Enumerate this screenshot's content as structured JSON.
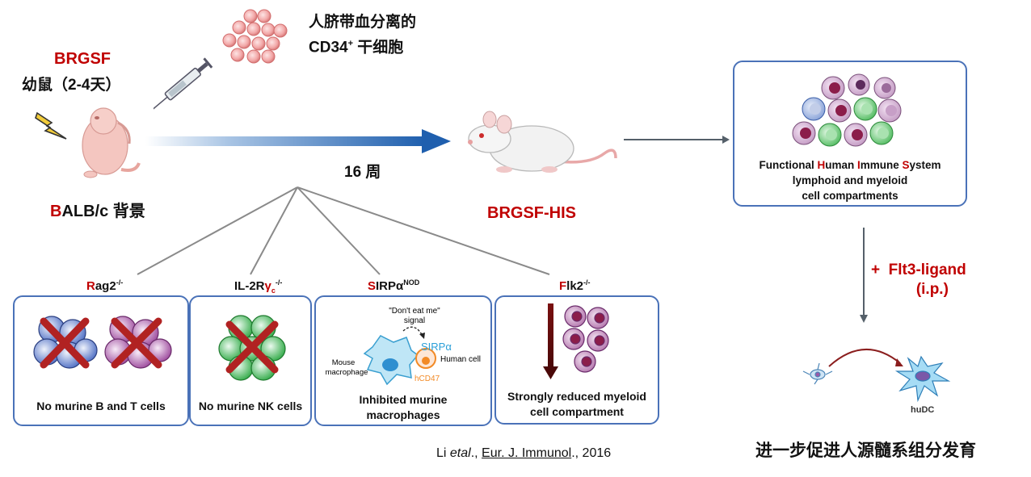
{
  "stem_cells": {
    "line1": "人脐带血分离的",
    "line2_main": "CD34",
    "line2_sup": "+",
    "line2_rest": " 干细胞"
  },
  "pup": {
    "strain": "BRGSF",
    "age": "幼鼠（2-4天）"
  },
  "background": {
    "first_letter": "B",
    "rest": "ALB/c 背景"
  },
  "timeline": {
    "duration": "16 周"
  },
  "result_mouse": {
    "label": "BRGSF-HIS"
  },
  "immune_system": {
    "line1_parts": [
      {
        "t": "Functional ",
        "red": false
      },
      {
        "t": "H",
        "red": true
      },
      {
        "t": "uman ",
        "red": false
      },
      {
        "t": "I",
        "red": true
      },
      {
        "t": "mmune ",
        "red": false
      },
      {
        "t": "S",
        "red": true
      },
      {
        "t": "ystem",
        "red": false
      }
    ],
    "line2": "lymphoid and myeloid",
    "line3": "cell compartments"
  },
  "flt3": {
    "plus": "+",
    "name": "Flt3-ligand",
    "route": "(i.p.)"
  },
  "hudc": {
    "label": "huDC"
  },
  "bottom_caption": "进一步促进人源髓系组分发育",
  "knockouts": [
    {
      "red": "R",
      "rest": "ag2",
      "sub": "",
      "sup": "-/-",
      "caption": "No murine B and T cells"
    },
    {
      "red": "",
      "rest": "IL-2R",
      "greek": "γ",
      "sub": "c",
      "sup": "-/-",
      "caption": "No murine NK cells"
    },
    {
      "red": "S",
      "rest": "IRPα",
      "sub": "",
      "sup": "NOD",
      "caption1": "Inhibited murine",
      "caption2": "macrophages"
    },
    {
      "red": "F",
      "rest": "lk2",
      "sub": "",
      "sup": "-/-",
      "caption1": "Strongly reduced myeloid",
      "caption2": "cell compartment"
    }
  ],
  "sirpa_diagram": {
    "signal_line1": "\"Don't eat me\"",
    "signal_line2": "signal",
    "mouse_line1": "Mouse",
    "mouse_line2": "macrophage",
    "human": "Human cell",
    "sirpa": "SIRPα",
    "hcd47": "hCD47"
  },
  "citation": {
    "author": "Li ",
    "etal": "etal",
    "sep1": "., ",
    "journal": "Eur. J. Immunol",
    "sep2": "., 2016"
  }
}
